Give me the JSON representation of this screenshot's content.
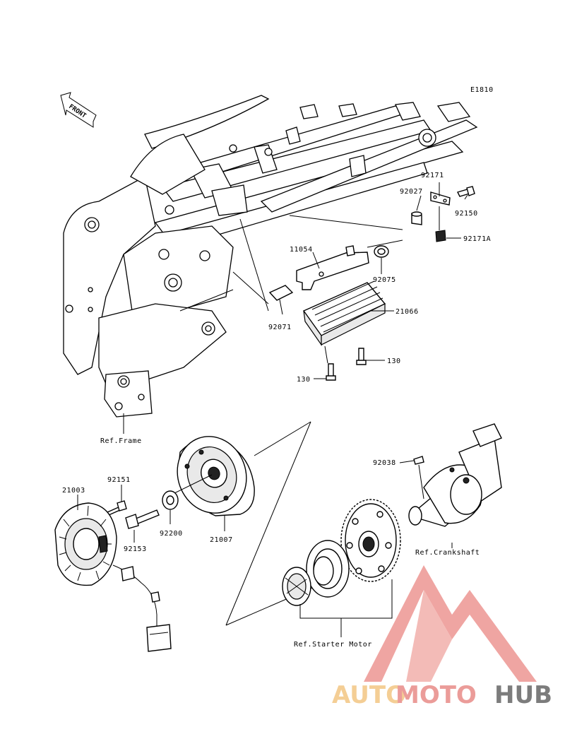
{
  "code": "E1810",
  "front_label": "FRONT",
  "labels": {
    "p92171": "92171",
    "p92027": "92027",
    "p92150": "92150",
    "p92171A": "92171A",
    "p11054": "11054",
    "p92075": "92075",
    "p21066": "21066",
    "p92071": "92071",
    "p130a": "130",
    "p130b": "130",
    "ref_frame": "Ref.Frame",
    "p92151": "92151",
    "p21003": "21003",
    "p92153": "92153",
    "p92200": "92200",
    "p21007": "21007",
    "p92038": "92038",
    "ref_crankshaft": "Ref.Crankshaft",
    "ref_starter": "Ref.Starter Motor"
  },
  "watermark": {
    "part1": "AUTO",
    "part2": "MOTO",
    "part3": "HUB",
    "color_light": "#f3c98a",
    "color_red": "#e9928f",
    "color_dark": "#6e6e6e"
  }
}
